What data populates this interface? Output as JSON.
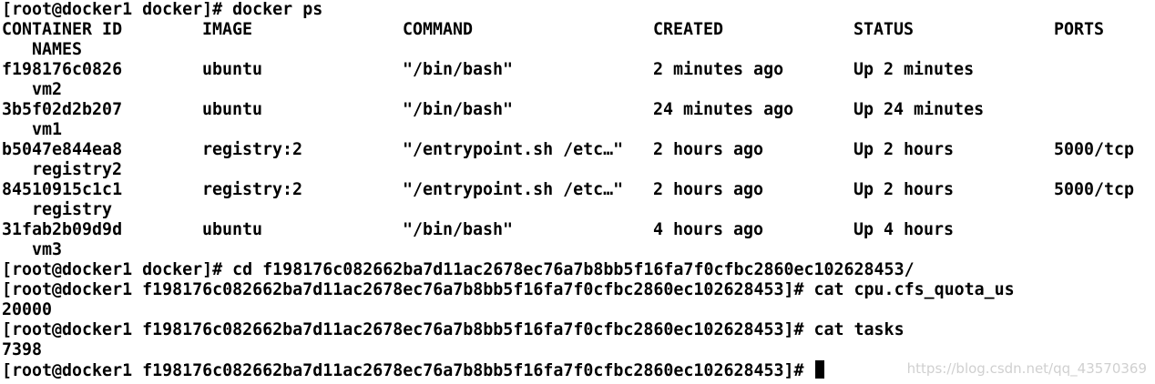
{
  "terminal": {
    "prompt_initial": "[root@docker1 docker]# ",
    "cmd_ps": "docker ps",
    "headers": {
      "container_id": "CONTAINER ID",
      "image": "IMAGE",
      "command": "COMMAND",
      "created": "CREATED",
      "status": "STATUS",
      "ports": "PORTS",
      "names": "NAMES"
    },
    "containers": [
      {
        "id": "f198176c0826",
        "image": "ubuntu",
        "command": "\"/bin/bash\"",
        "created": "2 minutes ago",
        "status": "Up 2 minutes",
        "ports": "",
        "name": "vm2"
      },
      {
        "id": "3b5f02d2b207",
        "image": "ubuntu",
        "command": "\"/bin/bash\"",
        "created": "24 minutes ago",
        "status": "Up 24 minutes",
        "ports": "",
        "name": "vm1"
      },
      {
        "id": "b5047e844ea8",
        "image": "registry:2",
        "command": "\"/entrypoint.sh /etc…\"",
        "created": "2 hours ago",
        "status": "Up 2 hours",
        "ports": "5000/tcp",
        "name": "registry2"
      },
      {
        "id": "84510915c1c1",
        "image": "registry:2",
        "command": "\"/entrypoint.sh /etc…\"",
        "created": "2 hours ago",
        "status": "Up 2 hours",
        "ports": "5000/tcp",
        "name": "registry"
      },
      {
        "id": "31fab2b09d9d",
        "image": "ubuntu",
        "command": "\"/bin/bash\"",
        "created": "4 hours ago",
        "status": "Up 4 hours",
        "ports": "",
        "name": "vm3"
      }
    ],
    "cmd_cd": "cd f198176c082662ba7d11ac2678ec76a7b8bb5f16fa7f0cfbc2860ec102628453/",
    "prompt_container": "[root@docker1 f198176c082662ba7d11ac2678ec76a7b8bb5f16fa7f0cfbc2860ec102628453]# ",
    "cmd_cat_quota": "cat cpu.cfs_quota_us",
    "output_quota": "20000",
    "cmd_cat_tasks": "cat tasks",
    "output_tasks": "7398"
  },
  "watermark": "https://blog.csdn.net/qq_43570369"
}
